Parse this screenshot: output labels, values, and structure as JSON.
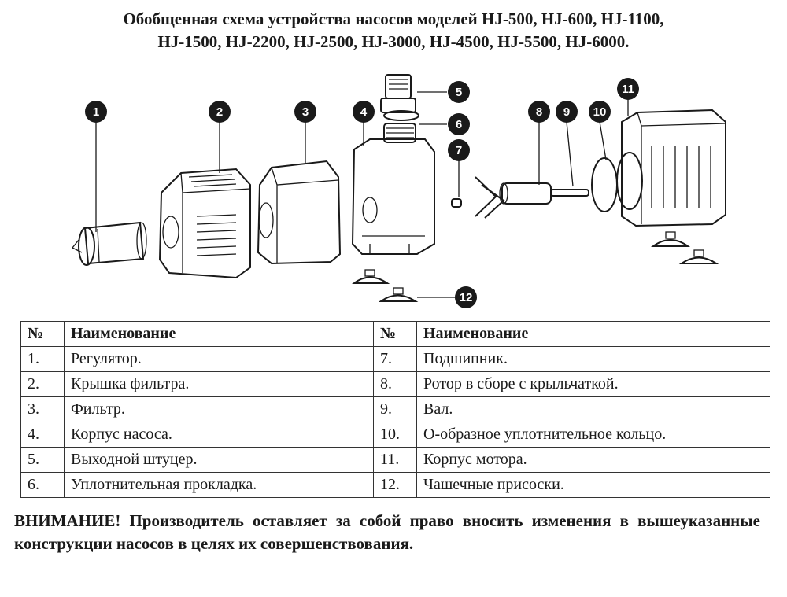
{
  "title": {
    "line1": "Обобщенная схема устройства насосов моделей HJ-500, HJ-600, HJ-1100,",
    "line2": "HJ-1500, HJ-2200, HJ-2500, HJ-3000, HJ-4500, HJ-5500, HJ-6000."
  },
  "diagram": {
    "badges": [
      "1",
      "2",
      "3",
      "4",
      "5",
      "6",
      "7",
      "8",
      "9",
      "10",
      "11",
      "12"
    ]
  },
  "table": {
    "headers": {
      "num": "№",
      "name": "Наименование"
    },
    "rows": [
      {
        "n1": "1.",
        "p1": "Регулятор.",
        "n2": "7.",
        "p2": "Подшипник."
      },
      {
        "n1": "2.",
        "p1": "Крышка фильтра.",
        "n2": "8.",
        "p2": "Ротор в сборе с крыльчаткой."
      },
      {
        "n1": "3.",
        "p1": "Фильтр.",
        "n2": "9.",
        "p2": "Вал."
      },
      {
        "n1": "4.",
        "p1": "Корпус насоса.",
        "n2": "10.",
        "p2": "О-образное уплотнительное кольцо."
      },
      {
        "n1": "5.",
        "p1": "Выходной штуцер.",
        "n2": "11.",
        "p2": "Корпус мотора."
      },
      {
        "n1": "6.",
        "p1": "Уплотнительная прокладка.",
        "n2": "12.",
        "p2": "Чашечные присоски."
      }
    ]
  },
  "warning": "ВНИМАНИЕ! Производитель оставляет за собой право вносить изменения в вышеуказанные конструкции насосов в целях их совершенствования."
}
